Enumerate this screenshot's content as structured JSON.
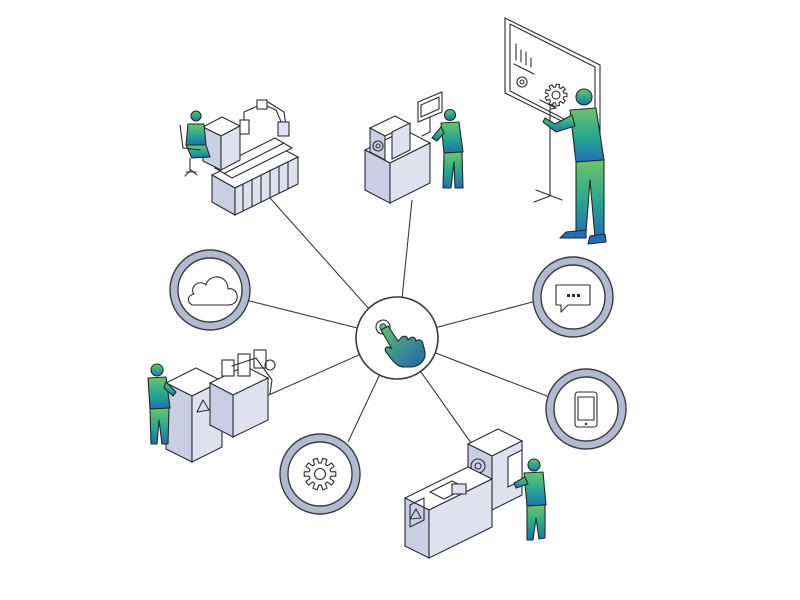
{
  "diagram": {
    "hub": {
      "icon": "touch-hand-icon"
    },
    "satellites": [
      {
        "id": "cloud",
        "icon": "cloud-icon"
      },
      {
        "id": "message",
        "icon": "chat-bubble-icon"
      },
      {
        "id": "mobile",
        "icon": "smartphone-icon"
      },
      {
        "id": "settings",
        "icon": "gear-icon"
      }
    ],
    "stations": [
      {
        "id": "robot-cell",
        "icon": "robot-arm-workstation-icon"
      },
      {
        "id": "cnc-operator",
        "icon": "cnc-machine-operator-icon"
      },
      {
        "id": "presentation",
        "icon": "presentation-board-icon"
      },
      {
        "id": "assembly-line",
        "icon": "assembly-machine-operator-icon"
      },
      {
        "id": "lathe",
        "icon": "lathe-operator-icon"
      }
    ],
    "colors": {
      "line": "#2c2c34",
      "ring": "#b4bacd",
      "machine_face": "#c9cee2",
      "machine_side": "#dfe2ee",
      "accent_green": "#5ec26a",
      "accent_blue": "#1f6fb8"
    }
  }
}
